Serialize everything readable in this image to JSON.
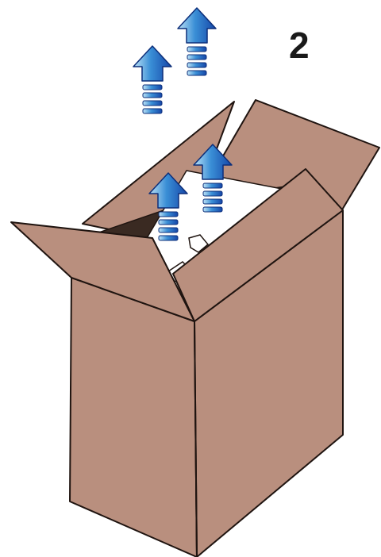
{
  "step": {
    "number": "2"
  },
  "colors": {
    "carton": "#b98f7e",
    "carton_edge": "#1f1410",
    "arrow_light": "#bfe4f7",
    "arrow_mid": "#3a8fd6",
    "arrow_dark": "#1546a8",
    "content_white": "#ffffff"
  },
  "illustration": {
    "subject": "open-cardboard-carton",
    "arrow_icon": "lift-up-arrow-icon",
    "arrow_count": 4
  }
}
